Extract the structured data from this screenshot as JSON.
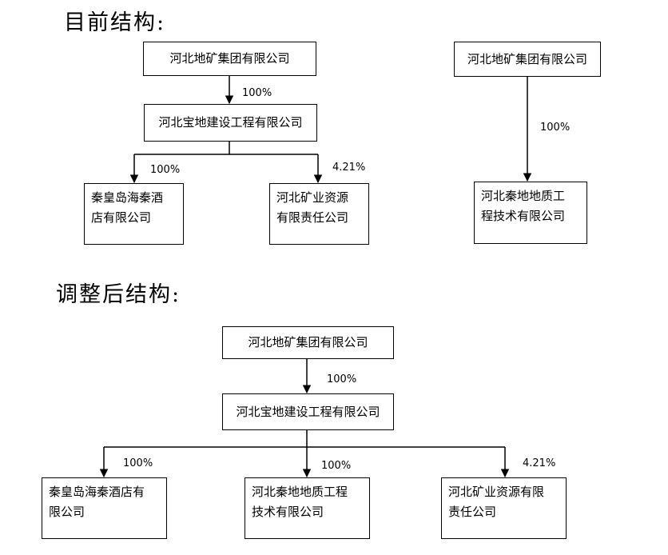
{
  "current": {
    "heading": "目前结构:",
    "parent": "河北地矿集团有限公司",
    "parent_to_mid_pct": "100%",
    "mid": "河北宝地建设工程有限公司",
    "child_left_line1": "秦皇岛海秦酒",
    "child_left_line2": "店有限公司",
    "child_left_pct": "100%",
    "child_right_line1": "河北矿业资源",
    "child_right_line2": "有限责任公司",
    "child_right_pct": "4.21%",
    "parent2": "河北地矿集团有限公司",
    "parent2_pct": "100%",
    "child2_line1": "河北秦地地质工",
    "child2_line2": "程技术有限公司"
  },
  "adjusted": {
    "heading": "调整后结构:",
    "parent": "河北地矿集团有限公司",
    "parent_to_mid_pct": "100%",
    "mid": "河北宝地建设工程有限公司",
    "child1_line1": "秦皇岛海秦酒店有",
    "child1_line2": "限公司",
    "child1_pct": "100%",
    "child2_line1": "河北秦地地质工程",
    "child2_line2": "技术有限公司",
    "child2_pct": "100%",
    "child3_line1": "河北矿业资源有限",
    "child3_line2": "责任公司",
    "child3_pct": "4.21%"
  }
}
